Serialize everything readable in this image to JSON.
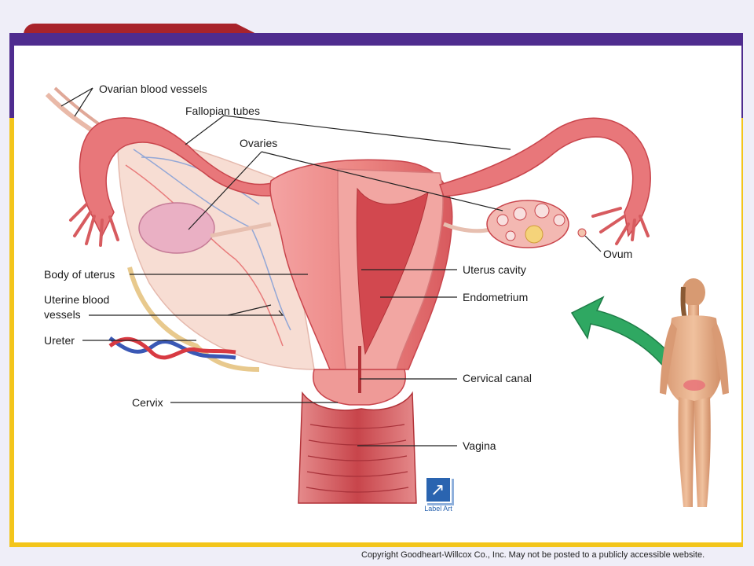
{
  "labels": {
    "ovarian_blood_vessels": "Ovarian blood vessels",
    "fallopian_tubes": "Fallopian tubes",
    "ovaries": "Ovaries",
    "ovum": "Ovum",
    "body_of_uterus": "Body of uterus",
    "uterine_blood_vessels_line1": "Uterine blood",
    "uterine_blood_vessels_line2": "vessels",
    "ureter": "Ureter",
    "cervix": "Cervix",
    "uterus_cavity": "Uterus cavity",
    "endometrium": "Endometrium",
    "cervical_canal": "Cervical canal",
    "vagina": "Vagina"
  },
  "label_art": {
    "text": "Label Art"
  },
  "footer": {
    "copyright": "Copyright Goodheart-Willcox Co., Inc.  May not be posted to a publicly accessible website."
  },
  "colors": {
    "purple": "#4f2c8f",
    "yellow": "#f3c51b",
    "red_tab": "#a8232b",
    "tissue": "#e8777a",
    "tissue_dark": "#c9454c",
    "arrow": "#2fa862"
  }
}
